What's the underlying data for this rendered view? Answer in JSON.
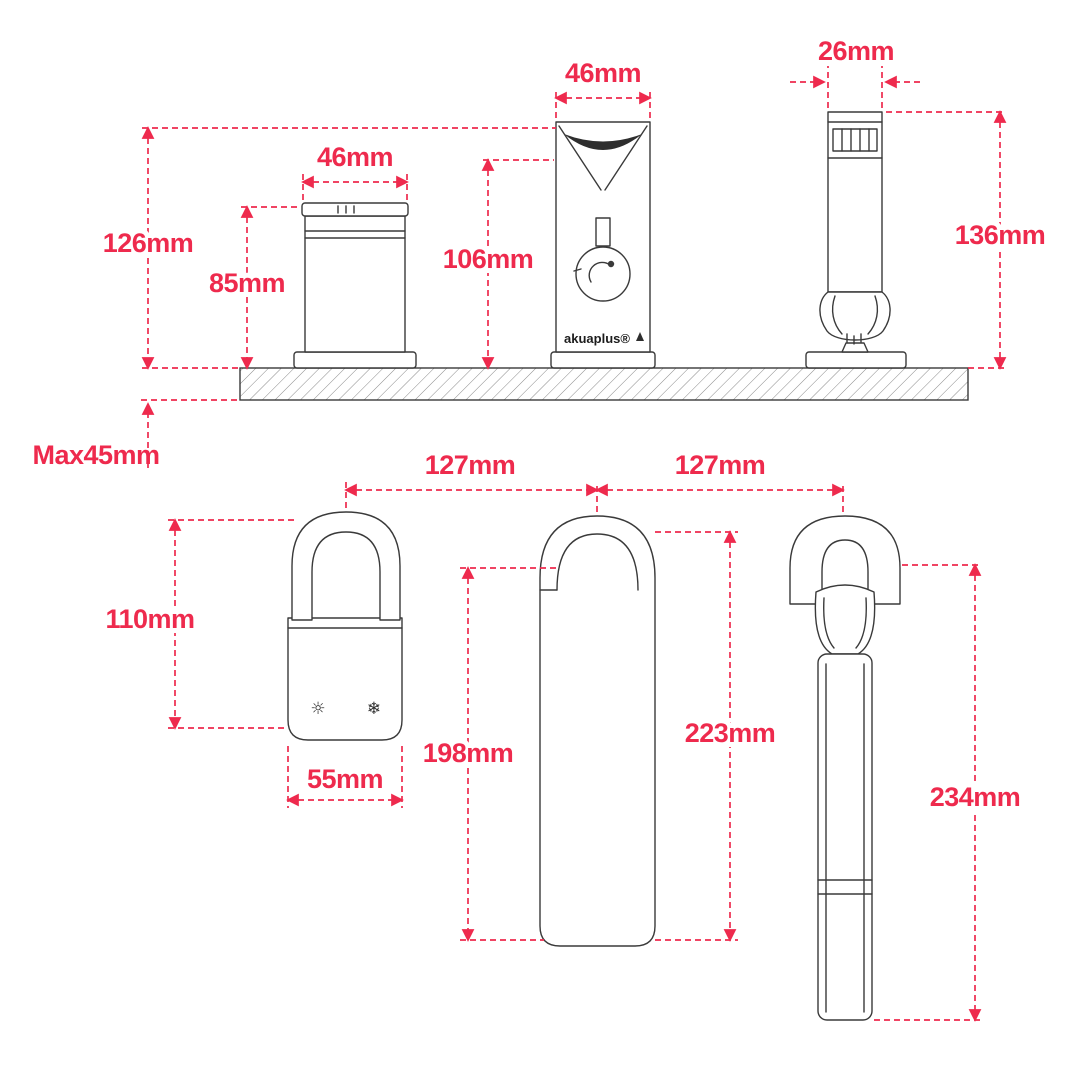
{
  "colors": {
    "dimension": "#ee2a4d",
    "line_art": "#3a3a3a",
    "background": "#ffffff"
  },
  "dimensions": {
    "handle_width": "46mm",
    "handle_height": "85mm",
    "overall_height": "126mm",
    "deck_thickness": "Max45mm",
    "spout_width": "46mm",
    "spout_height": "106mm",
    "shower_width": "26mm",
    "shower_height": "136mm",
    "spacing_left": "127mm",
    "spacing_right": "127mm",
    "handle_side_height": "110mm",
    "handle_side_width": "55mm",
    "spout_side_inner_height": "198mm",
    "spout_side_total_height": "223mm",
    "shower_side_height": "234mm"
  },
  "branding": {
    "logo": "akuaplus®"
  },
  "icons": {
    "hot": "☼",
    "cold": "❄"
  }
}
